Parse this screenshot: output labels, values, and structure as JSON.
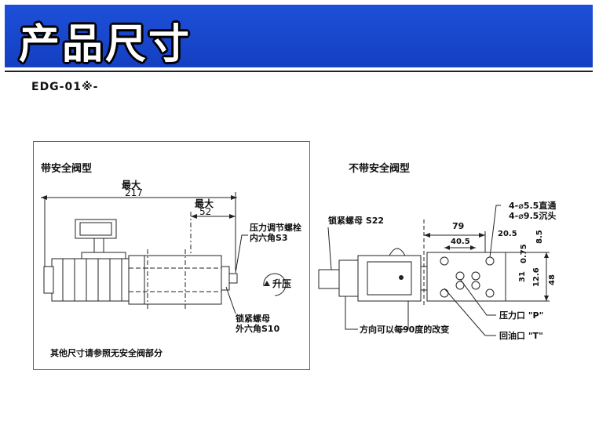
{
  "header": {
    "title": "产品尺寸"
  },
  "model_code": "EDG-01※-",
  "left_panel": {
    "title": "带安全阀型",
    "max_label_1": "最大",
    "max_value_1": "217",
    "max_label_2": "最大",
    "max_value_2": "52",
    "pressure_screw_line1": "压力调节螺栓",
    "pressure_screw_line2": "内六角S3",
    "raise_pressure": "升压",
    "lock_nut_line1": "锁紧螺母",
    "lock_nut_line2": "外六角S10",
    "note": "其他尺寸请参照无安全阀部分"
  },
  "right_panel": {
    "title": "不带安全阀型",
    "lock_nut": "锁紧螺母 S22",
    "dim_79": "79",
    "dim_40_5": "40.5",
    "dim_20_5": "20.5",
    "dim_8_5": "8.5",
    "dim_0_75": "0.75",
    "dim_31": "31",
    "dim_12_6": "12.6",
    "dim_48": "48",
    "hole_spec_1": "4-⌀5.5直通",
    "hole_spec_2": "4-⌀9.5沉头",
    "pressure_port": "压力口 \"P\"",
    "return_port": "回油口 \"T\"",
    "direction_note": "方向可以每90度的改变"
  }
}
